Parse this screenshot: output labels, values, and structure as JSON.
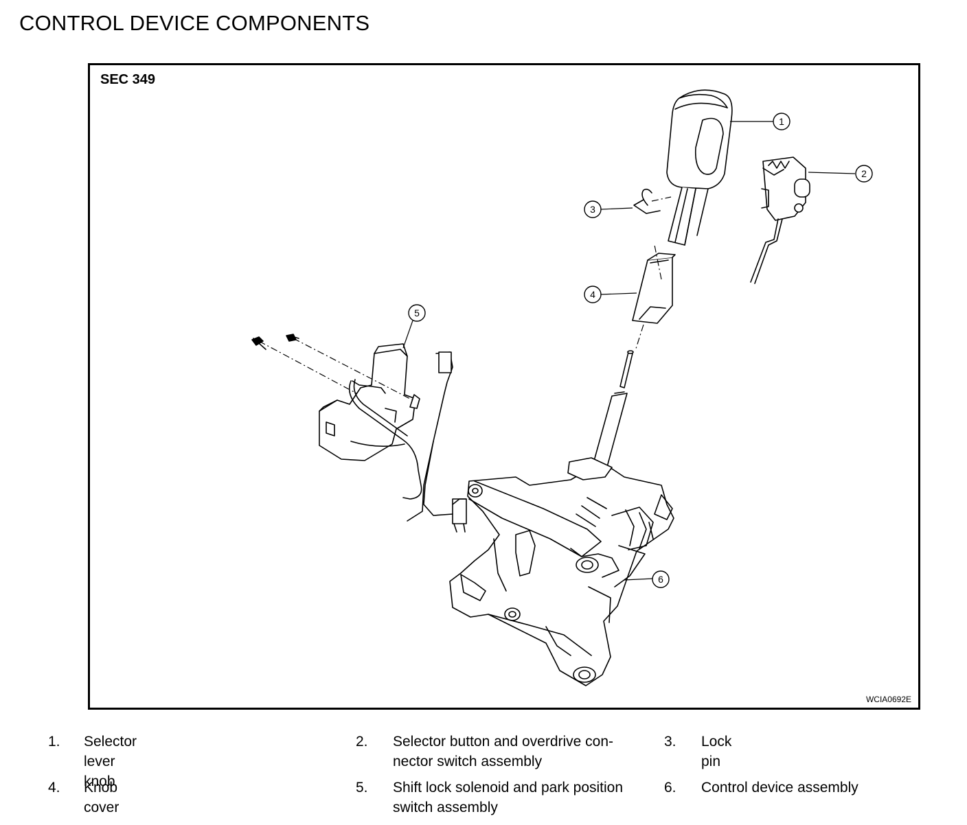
{
  "title": "CONTROL DEVICE COMPONENTS",
  "figure": {
    "section": "SEC 349",
    "code": "WCIA0692E",
    "callouts": [
      "1",
      "2",
      "3",
      "4",
      "5",
      "6"
    ]
  },
  "legend": [
    {
      "num": "1.",
      "text_lines": [
        "Selector lever knob"
      ]
    },
    {
      "num": "2.",
      "text_lines": [
        "Selector button and overdrive con-",
        "nector switch assembly"
      ]
    },
    {
      "num": "3.",
      "text_lines": [
        "Lock pin"
      ]
    },
    {
      "num": "4.",
      "text_lines": [
        "Knob cover"
      ]
    },
    {
      "num": "5.",
      "text_lines": [
        "Shift lock solenoid and park position",
        "switch assembly"
      ]
    },
    {
      "num": "6.",
      "text_lines": [
        "Control device assembly"
      ]
    }
  ]
}
